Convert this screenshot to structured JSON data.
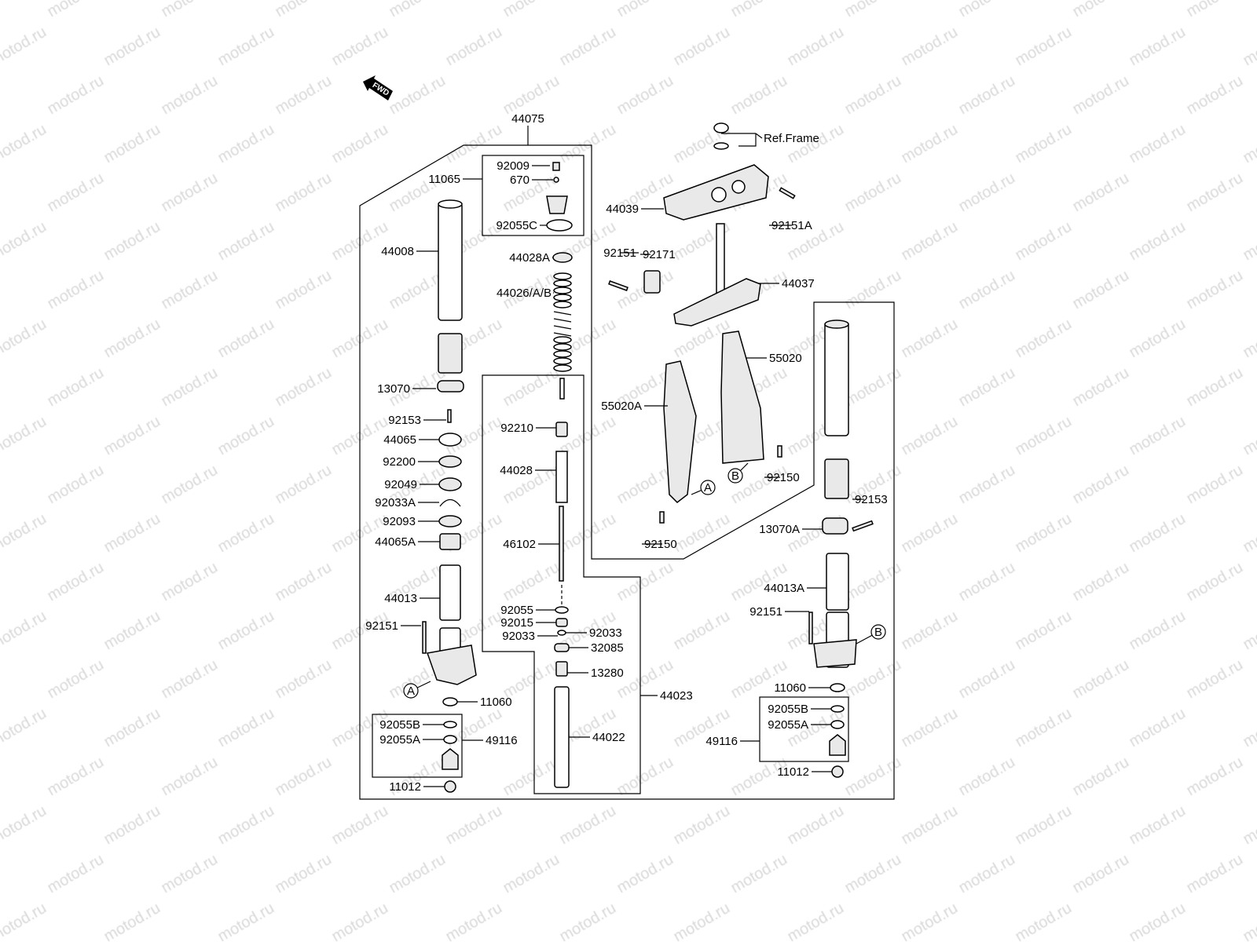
{
  "diagram": {
    "watermark": "motod.ru",
    "direction_badge": "FWD",
    "assembly_label": "44075",
    "ref_frame": "Ref.Frame",
    "callouts": [
      "11065",
      "92009",
      "670",
      "92055C",
      "44008",
      "44028A",
      "44026/A/B",
      "13070",
      "92153",
      "44065",
      "92200",
      "92049",
      "92033A",
      "92093",
      "44065A",
      "44013",
      "92151",
      "11060",
      "92055B",
      "92055A",
      "49116",
      "11012",
      "92210",
      "44028",
      "46102",
      "92055",
      "92015",
      "92033",
      "92033",
      "32085",
      "13280",
      "44023",
      "44022",
      "44039",
      "92151A",
      "92151",
      "92171",
      "44037",
      "55020",
      "55020A",
      "92150",
      "92150",
      "92153",
      "13070A",
      "44013A",
      "92151",
      "11060",
      "92055B",
      "92055A",
      "49116",
      "11012"
    ],
    "markers": [
      "A",
      "A",
      "B",
      "B"
    ]
  }
}
